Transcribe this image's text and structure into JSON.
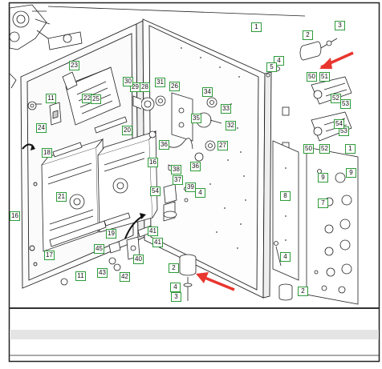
{
  "diagram": {
    "accent_color": "#e8362f",
    "label_border_color": "#2e9b3a",
    "labels": [
      "1",
      "2",
      "3",
      "4",
      "5",
      "7",
      "8",
      "9",
      "11",
      "16",
      "17",
      "18",
      "19",
      "20",
      "21",
      "22",
      "23",
      "24",
      "25",
      "26",
      "27",
      "28",
      "29",
      "30",
      "31",
      "32",
      "33",
      "34",
      "35",
      "36",
      "37",
      "38",
      "39",
      "40",
      "41",
      "42",
      "43",
      "45",
      "50",
      "51",
      "52",
      "53",
      "54"
    ]
  }
}
